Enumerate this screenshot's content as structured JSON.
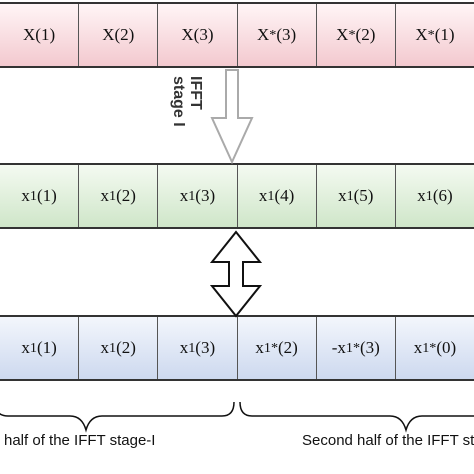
{
  "rows": {
    "input": [
      "X(1)",
      "X(2)",
      "X(3)",
      "X*(3)",
      "X*(2)",
      "X*(1)"
    ],
    "stage1_output": [
      "x1(1)",
      "x1(2)",
      "x1(3)",
      "x1(4)",
      "x1(5)",
      "x1(6)"
    ],
    "rearranged": [
      "x1(1)",
      "x1(2)",
      "x1(3)",
      "x1*(2)",
      "-x1*(3)",
      "x1*(0)"
    ]
  },
  "stage_label": "IFFT\nstage I",
  "brace_labels": {
    "first": "half of the IFFT stage-I",
    "second": "Second half of the IFFT st"
  },
  "colors": {
    "row1": "#f3c9cf",
    "row2": "#cfe6c9",
    "row3": "#cdd9ef",
    "arrow_stroke": "#aaaaaa",
    "arrow_double": "#111111"
  }
}
